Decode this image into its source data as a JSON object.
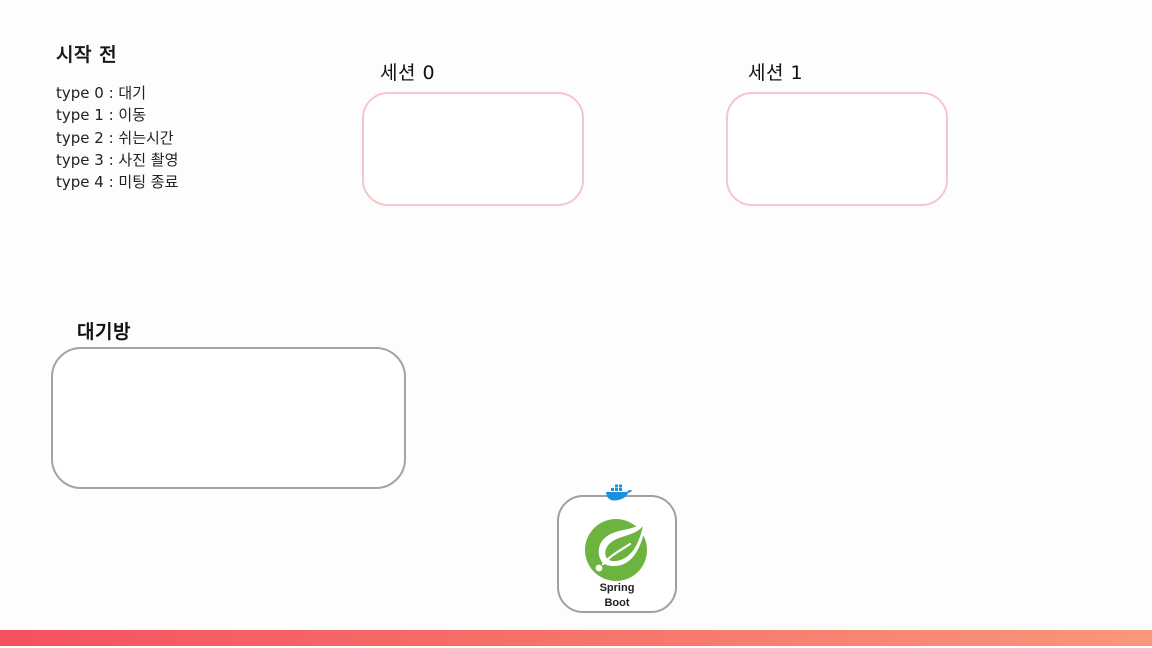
{
  "title": "시작 전",
  "legend": [
    "type 0 : 대기",
    "type 1 : 이동",
    "type 2 : 쉬는시간",
    "type 3 : 사진 촬영",
    "type 4 : 미팅 종료"
  ],
  "sessions": [
    {
      "label": "세션 0"
    },
    {
      "label": "세션 1"
    }
  ],
  "waiting_room": {
    "label": "대기방"
  },
  "server": {
    "logo_line1": "Spring",
    "logo_line2": "Boot",
    "icons": [
      "docker-icon",
      "spring-boot-leaf-icon"
    ]
  },
  "colors": {
    "session_border": "#f6c6c8",
    "waiting_border": "#a3a3a3",
    "spring_green": "#6db33f",
    "docker_blue": "#1d8fe0",
    "bar_start": "#f5515f",
    "bar_end": "#f9977c"
  }
}
